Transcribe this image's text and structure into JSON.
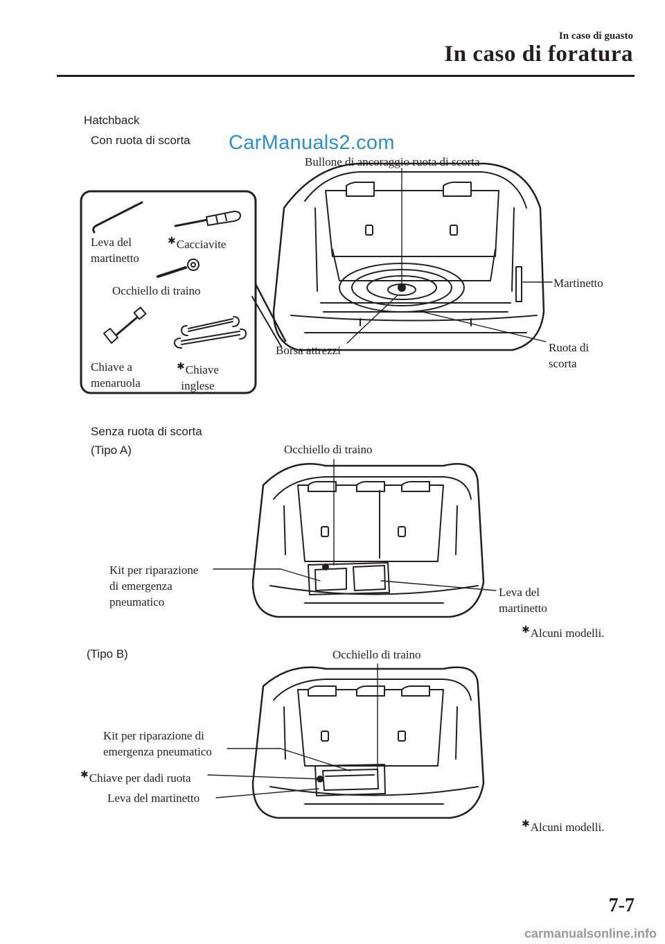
{
  "header": {
    "chapter": "In caso di guasto",
    "title": "In caso di foratura"
  },
  "watermark": "CarManuals2.com",
  "footer_watermark": "carmanualsonline.info",
  "page_number": "7-7",
  "section": {
    "heading": "Hatchback",
    "with_spare": {
      "heading": "Con ruota di scorta",
      "tools": {
        "jack_lever": "Leva del\nmartinetto",
        "screwdriver": "Cacciavite",
        "tow_eye": "Occhiello di traino",
        "lug_wrench": "Chiave a\nmenaruola",
        "spanner": "Chiave\ninglese"
      },
      "callouts": {
        "bolt": "Bullone di ancoraggio ruota di scorta",
        "jack": "Martinetto",
        "tool_bag": "Borsa attrezzi",
        "spare_tire": "Ruota di\nscorta"
      }
    },
    "without_spare": {
      "heading": "Senza ruota di scorta",
      "type_a": {
        "label": "(Tipo A)",
        "tow_eye": "Occhiello di traino",
        "repair_kit": "Kit per riparazione\ndi emergenza\npneumatico",
        "jack_lever": "Leva del\nmartinetto",
        "note": "Alcuni modelli."
      },
      "type_b": {
        "label": "(Tipo B)",
        "tow_eye": "Occhiello di traino",
        "repair_kit": "Kit per riparazione di\nemergenza pneumatico",
        "lug_wrench": "Chiave per dadi ruota",
        "jack_lever": "Leva del martinetto",
        "note": "Alcuni modelli."
      }
    }
  },
  "icons": {
    "optional_marker": "asterisk-icon"
  },
  "colors": {
    "watermark": "#2b8fd6",
    "ink": "#231f20"
  }
}
